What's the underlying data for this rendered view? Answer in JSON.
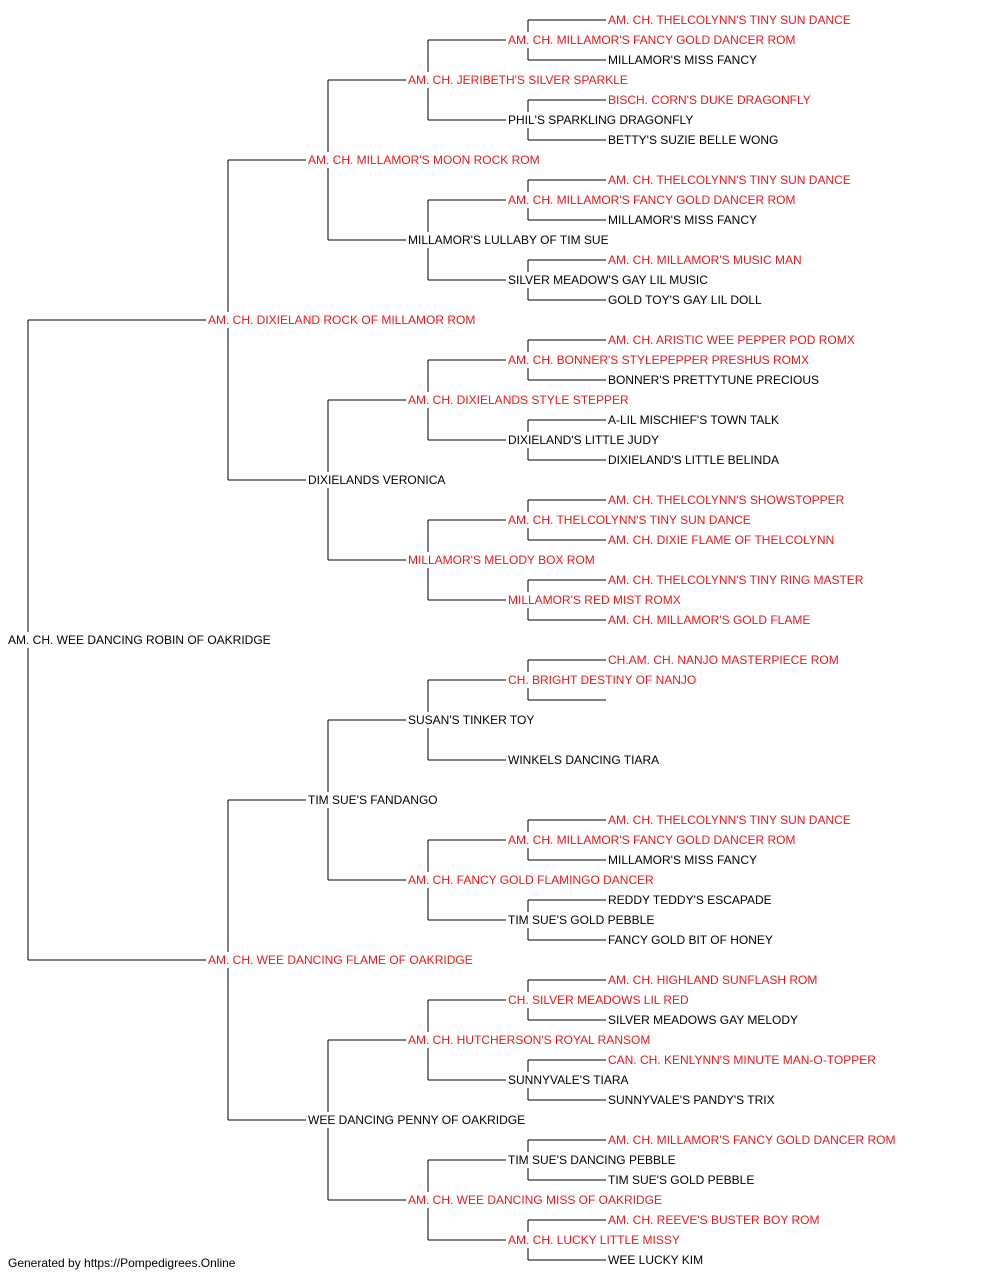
{
  "colors": {
    "champion": "#e8191c",
    "regular": "#000000",
    "line": "#000000"
  },
  "tree": {
    "name": "AM. CH. WEE DANCING ROBIN OF OAKRIDGE",
    "ch": false,
    "sire": {
      "name": "AM. CH. DIXIELAND ROCK OF MILLAMOR ROM",
      "ch": true,
      "sire": {
        "name": "AM. CH. MILLAMOR'S MOON ROCK ROM",
        "ch": true,
        "sire": {
          "name": "AM. CH. JERIBETH'S SILVER SPARKLE",
          "ch": true,
          "sire": {
            "name": "AM. CH. MILLAMOR'S FANCY GOLD DANCER ROM",
            "ch": true,
            "sire": {
              "name": "AM. CH. THELCOLYNN'S TINY SUN DANCE",
              "ch": true
            },
            "dam": {
              "name": "MILLAMOR'S MISS FANCY",
              "ch": false
            }
          },
          "dam": {
            "name": "PHIL'S SPARKLING DRAGONFLY",
            "ch": false,
            "sire": {
              "name": "BISCH. CORN'S DUKE DRAGONFLY",
              "ch": true
            },
            "dam": {
              "name": "BETTY'S SUZIE BELLE WONG",
              "ch": false
            }
          }
        },
        "dam": {
          "name": "MILLAMOR'S LULLABY OF TIM SUE",
          "ch": false,
          "sire": {
            "name": "AM. CH. MILLAMOR'S FANCY GOLD DANCER ROM",
            "ch": true,
            "sire": {
              "name": "AM. CH. THELCOLYNN'S TINY SUN DANCE",
              "ch": true
            },
            "dam": {
              "name": "MILLAMOR'S MISS FANCY",
              "ch": false
            }
          },
          "dam": {
            "name": "SILVER MEADOW'S GAY LIL MUSIC",
            "ch": false,
            "sire": {
              "name": "AM. CH. MILLAMOR'S MUSIC MAN",
              "ch": true
            },
            "dam": {
              "name": "GOLD TOY'S GAY LIL DOLL",
              "ch": false
            }
          }
        }
      },
      "dam": {
        "name": "DIXIELANDS VERONICA",
        "ch": false,
        "sire": {
          "name": "AM. CH. DIXIELANDS STYLE STEPPER",
          "ch": true,
          "sire": {
            "name": "AM. CH. BONNER'S STYLEPEPPER PRESHUS ROMX",
            "ch": true,
            "sire": {
              "name": "AM. CH. ARISTIC WEE PEPPER POD ROMX",
              "ch": true
            },
            "dam": {
              "name": "BONNER'S PRETTYTUNE PRECIOUS",
              "ch": false
            }
          },
          "dam": {
            "name": "DIXIELAND'S LITTLE JUDY",
            "ch": false,
            "sire": {
              "name": "A-LIL MISCHIEF'S TOWN TALK",
              "ch": false
            },
            "dam": {
              "name": "DIXIELAND'S LITTLE BELINDA",
              "ch": false
            }
          }
        },
        "dam": {
          "name": "MILLAMOR'S MELODY BOX ROM",
          "ch": true,
          "sire": {
            "name": "AM. CH. THELCOLYNN'S TINY SUN DANCE",
            "ch": true,
            "sire": {
              "name": "AM. CH. THELCOLYNN'S SHOWSTOPPER",
              "ch": true
            },
            "dam": {
              "name": "AM. CH. DIXIE FLAME OF THELCOLYNN",
              "ch": true
            }
          },
          "dam": {
            "name": "MILLAMOR'S RED MIST ROMX",
            "ch": true,
            "sire": {
              "name": "AM. CH. THELCOLYNN'S TINY RING MASTER",
              "ch": true
            },
            "dam": {
              "name": "AM. CH. MILLAMOR'S GOLD FLAME",
              "ch": true
            }
          }
        }
      }
    },
    "dam": {
      "name": "AM. CH. WEE DANCING FLAME OF OAKRIDGE",
      "ch": true,
      "sire": {
        "name": "TIM SUE'S FANDANGO",
        "ch": false,
        "sire": {
          "name": "SUSAN'S TINKER TOY",
          "ch": false,
          "sire": {
            "name": "CH. BRIGHT DESTINY OF NANJO",
            "ch": true,
            "sire": {
              "name": "CH.AM. CH. NANJO MASTERPIECE ROM",
              "ch": true
            },
            "dam": {
              "name": "",
              "ch": false
            }
          },
          "dam": {
            "name": "WINKELS DANCING TIARA",
            "ch": false
          }
        },
        "dam": {
          "name": "AM. CH. FANCY GOLD FLAMINGO DANCER",
          "ch": true,
          "sire": {
            "name": "AM. CH. MILLAMOR'S FANCY GOLD DANCER ROM",
            "ch": true,
            "sire": {
              "name": "AM. CH. THELCOLYNN'S TINY SUN DANCE",
              "ch": true
            },
            "dam": {
              "name": "MILLAMOR'S MISS FANCY",
              "ch": false
            }
          },
          "dam": {
            "name": "TIM SUE'S GOLD PEBBLE",
            "ch": false,
            "sire": {
              "name": "REDDY TEDDY'S ESCAPADE",
              "ch": false
            },
            "dam": {
              "name": "FANCY GOLD BIT OF HONEY",
              "ch": false
            }
          }
        }
      },
      "dam": {
        "name": "WEE DANCING PENNY OF OAKRIDGE",
        "ch": false,
        "sire": {
          "name": "AM. CH. HUTCHERSON'S ROYAL RANSOM",
          "ch": true,
          "sire": {
            "name": "CH. SILVER MEADOWS LIL RED",
            "ch": true,
            "sire": {
              "name": "AM. CH. HIGHLAND SUNFLASH ROM",
              "ch": true
            },
            "dam": {
              "name": "SILVER MEADOWS GAY MELODY",
              "ch": false
            }
          },
          "dam": {
            "name": "SUNNYVALE'S TIARA",
            "ch": false,
            "sire": {
              "name": "CAN. CH. KENLYNN'S MINUTE MAN-O-TOPPER",
              "ch": true
            },
            "dam": {
              "name": "SUNNYVALE'S PANDY'S TRIX",
              "ch": false
            }
          }
        },
        "dam": {
          "name": "AM. CH. WEE DANCING MISS OF OAKRIDGE",
          "ch": true,
          "sire": {
            "name": "TIM SUE'S DANCING PEBBLE",
            "ch": false,
            "sire": {
              "name": "AM. CH. MILLAMOR'S FANCY GOLD DANCER ROM",
              "ch": true
            },
            "dam": {
              "name": "TIM SUE'S GOLD PEBBLE",
              "ch": false
            }
          },
          "dam": {
            "name": "AM. CH. LUCKY LITTLE MISSY",
            "ch": true,
            "sire": {
              "name": "AM. CH. REEVE'S BUSTER BOY ROM",
              "ch": true
            },
            "dam": {
              "name": "WEE LUCKY KIM",
              "ch": false
            }
          }
        }
      }
    }
  },
  "footer": "Generated by https://Pompedigrees.Online"
}
